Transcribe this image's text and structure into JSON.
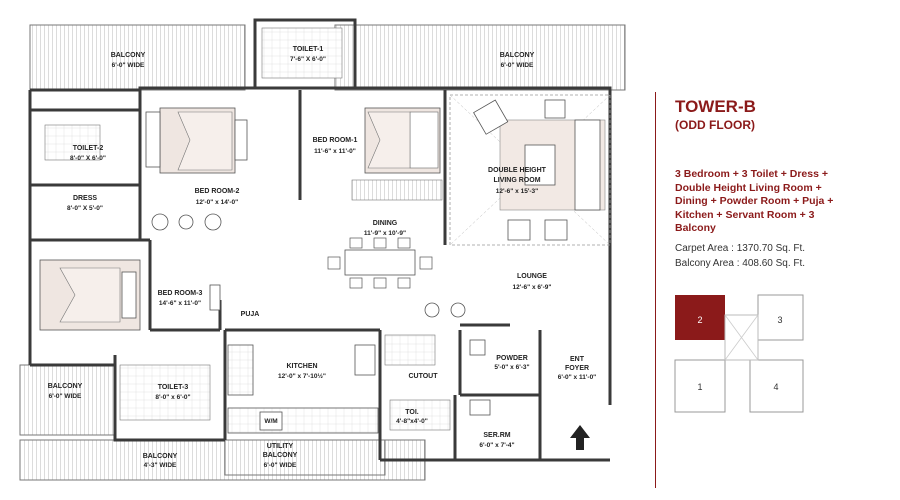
{
  "side_panel": {
    "tower": "TOWER-B",
    "floor": "(ODD FLOOR)",
    "configuration": "3 Bedroom + 3 Toilet + Dress + Double Height Living Room + Dining + Powder Room + Puja + Kitchen + Servant Room + 3 Balcony",
    "carpet_area": "Carpet Area : 1370.70 Sq. Ft.",
    "balcony_area": "Balcony Area : 408.60 Sq. Ft."
  },
  "key_plan": {
    "units": [
      "2",
      "3",
      "1",
      "4"
    ],
    "highlighted_unit": "2",
    "highlight_color": "#8b1a1a"
  },
  "colors": {
    "accent": "#8b1a1a",
    "wall": "#3a3a3a",
    "furniture_fill": "#efe6e1",
    "carpet": "#f2e9e4"
  },
  "rooms": {
    "balcony_top_left": {
      "name": "BALCONY",
      "dim": "6'-0\" WIDE"
    },
    "balcony_top_right": {
      "name": "BALCONY",
      "dim": "6'-0\" WIDE"
    },
    "toilet_1": {
      "name": "TOILET-1",
      "dim": "7'-6\" X 6'-0\""
    },
    "toilet_2": {
      "name": "TOILET-2",
      "dim": "8'-0\" X 6'-0\""
    },
    "dress": {
      "name": "DRESS",
      "dim": "8'-0\" X 5'-0\""
    },
    "bed_room_2": {
      "name": "BED ROOM-2",
      "dim": "12'-0\" x 14'-0\""
    },
    "bed_room_1": {
      "name": "BED ROOM-1",
      "dim": "11'-6\" x 11'-0\""
    },
    "living": {
      "name_line1": "DOUBLE HEIGHT",
      "name_line2": "LIVING ROOM",
      "dim": "12'-6\" x 15'-3\""
    },
    "dining": {
      "name": "DINING",
      "dim": "11'-9\" x 10'-9\""
    },
    "bed_room_3": {
      "name": "BED ROOM-3",
      "dim": "14'-6\" x 11'-0\""
    },
    "lounge": {
      "name": "LOUNGE",
      "dim": "12'-6\" x 6'-9\""
    },
    "puja": {
      "name": "PUJA"
    },
    "kitchen": {
      "name": "KITCHEN",
      "dim": "12'-0\" x 7'-10½\""
    },
    "cutout": {
      "name": "CUTOUT"
    },
    "powder": {
      "name": "POWDER",
      "dim": "5'-0\" x 6'-3\""
    },
    "ent_foyer": {
      "name_line1": "ENT",
      "name_line2": "FOYER",
      "dim": "6'-0\" x 11'-0\""
    },
    "balcony_left": {
      "name": "BALCONY",
      "dim": "6'-0\" WIDE"
    },
    "toilet_3": {
      "name": "TOILET-3",
      "dim": "8'-0\" x 6'-0\""
    },
    "toi": {
      "name": "TOI.",
      "dim": "4'-8\"x4'-0\""
    },
    "ser_rm": {
      "name": "SER.RM",
      "dim": "6'-0\" x 7'-4\""
    },
    "utility": {
      "name_line1": "UTILITY",
      "name_line2": "BALCONY",
      "dim": "6'-0\" WIDE"
    },
    "balcony_bottom": {
      "name": "BALCONY",
      "dim": "4'-3\" WIDE"
    },
    "wm": {
      "name": "W/M"
    }
  }
}
